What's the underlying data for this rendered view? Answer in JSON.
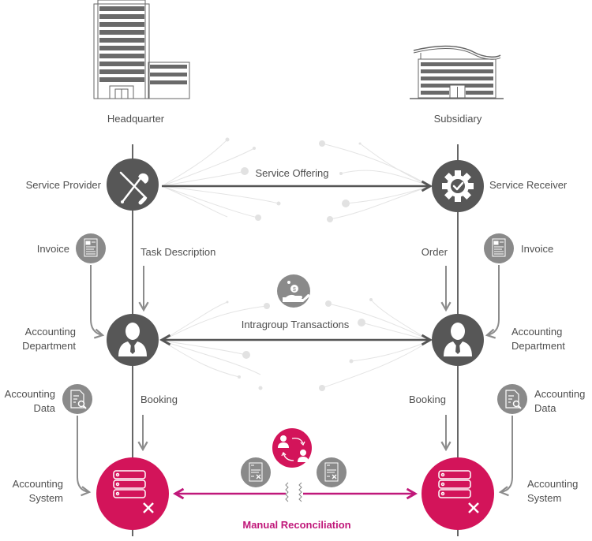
{
  "colors": {
    "node_dark": "#555555",
    "node_mid": "#888888",
    "accent": "#d3145a",
    "line": "#666666",
    "arrow_gray": "#909090",
    "faint": "#e6e6e6"
  },
  "entities": {
    "left": {
      "label": "Headquarter",
      "icon": "office-tower-icon"
    },
    "right": {
      "label": "Subsidiary",
      "icon": "office-building-icon"
    }
  },
  "row1": {
    "left_label": "Service Provider",
    "left_icon": "wrench-screwdriver-icon",
    "right_label": "Service Receiver",
    "right_icon": "gear-check-icon",
    "connector_label": "Service Offering"
  },
  "row2": {
    "left_doc_label": "Invoice",
    "right_doc_label": "Invoice",
    "left_input_label": "Task Description",
    "right_input_label": "Order",
    "left_label_line1": "Accounting",
    "left_label_line2": "Department",
    "right_label_line1": "Accounting",
    "right_label_line2": "Department",
    "node_icon": "businessman-icon",
    "center_icon": "hand-coin-icon",
    "connector_label": "Intragroup Transactions"
  },
  "row3": {
    "left_doc_line1": "Accounting",
    "left_doc_line2": "Data",
    "right_doc_line1": "Accounting",
    "right_doc_line2": "Data",
    "left_input_label": "Booking",
    "right_input_label": "Booking",
    "left_label_line1": "Accounting",
    "left_label_line2": "System",
    "right_label_line1": "Accounting",
    "right_label_line2": "System",
    "node_icon": "server-error-icon",
    "center_icon": "people-exchange-icon",
    "doc_error_icon": "document-error-icon",
    "connector_label": "Manual Reconciliation"
  }
}
